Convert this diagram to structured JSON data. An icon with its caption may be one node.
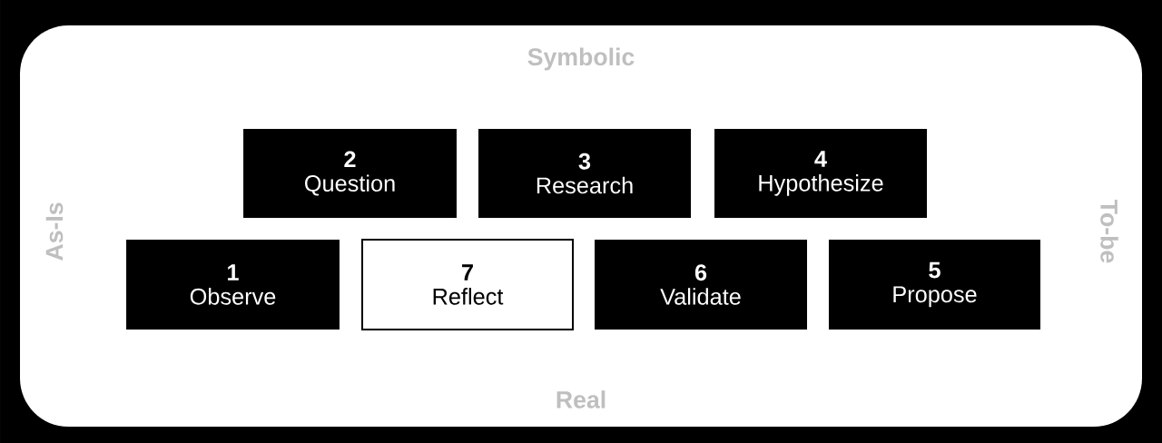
{
  "diagram": {
    "nodes": [
      {
        "text": [
          "2",
          "Question"
        ]
      },
      {
        "text": [
          "3",
          "Research"
        ]
      },
      {
        "text": [
          "4",
          "Hypothesize"
        ]
      },
      {
        "text": [
          "1",
          "Observe"
        ]
      },
      {
        "text": [
          "7",
          "Reflect"
        ]
      },
      {
        "text": [
          "6",
          "Validate"
        ]
      },
      {
        "text": [
          "5",
          "Propose"
        ]
      }
    ],
    "labels": [
      "Symbolic",
      "As-Is",
      "To-be",
      "Real"
    ]
  }
}
